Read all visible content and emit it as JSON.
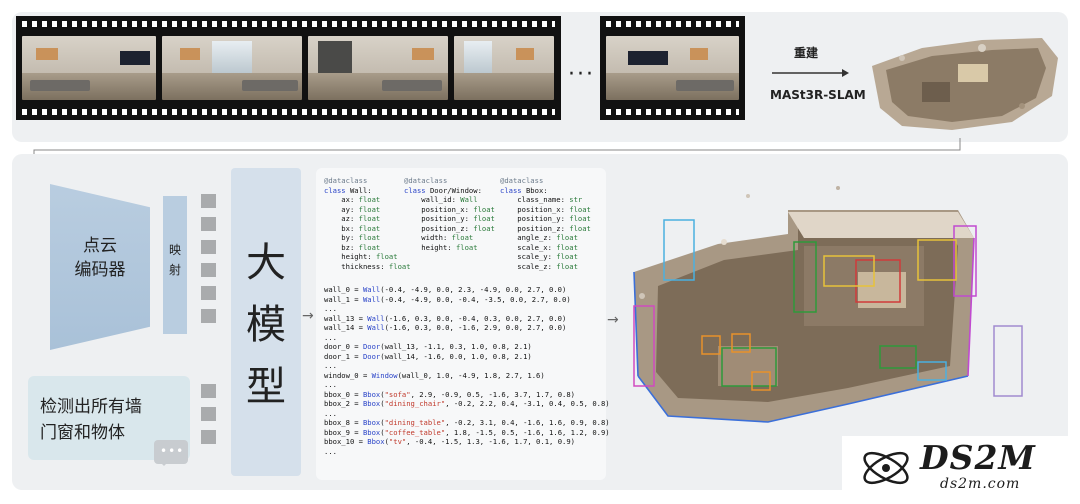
{
  "top": {
    "ellipsis": "···",
    "reconstruct_label": "重建",
    "slam_label": "MASt3R-SLAM"
  },
  "encoder": {
    "line1": "点云",
    "line2": "编码器"
  },
  "mapping": {
    "line1": "映",
    "line2": "射"
  },
  "llm": {
    "line1": "大",
    "line2": "模",
    "line3": "型"
  },
  "prompt": {
    "line1": "检测出所有墙",
    "line2": "门窗和物体",
    "dots": "•••"
  },
  "code": {
    "wall_class": [
      "@dataclass",
      "class Wall:",
      "    ax: float",
      "    ay: float",
      "    az: float",
      "    bx: float",
      "    by: float",
      "    bz: float",
      "    height: float",
      "    thickness: float"
    ],
    "door_class": [
      "@dataclass",
      "class Door/Window:",
      "    wall_id: Wall",
      "    position_x: float",
      "    position_y: float",
      "    position_z: float",
      "    width: float",
      "    height: float"
    ],
    "bbox_class": [
      "@dataclass",
      "class Bbox:",
      "    class_name: str",
      "    position_x: float",
      "    position_y: float",
      "    position_z: float",
      "    angle_z: float",
      "    scale_x: float",
      "    scale_y: float",
      "    scale_z: float"
    ],
    "instances": [
      "wall_0 = Wall(-0.4, -4.9, 0.0, 2.3, -4.9, 0.0, 2.7, 0.0)",
      "wall_1 = Wall(-0.4, -4.9, 0.0, -0.4, -3.5, 0.0, 2.7, 0.0)",
      "...",
      "wall_13 = Wall(-1.6, 0.3, 0.0, -0.4, 0.3, 0.0, 2.7, 0.0)",
      "wall_14 = Wall(-1.6, 0.3, 0.0, -1.6, 2.9, 0.0, 2.7, 0.0)",
      "...",
      "door_0 = Door(wall_13, -1.1, 0.3, 1.0, 0.8, 2.1)",
      "door_1 = Door(wall_14, -1.6, 0.0, 1.0, 0.8, 2.1)",
      "...",
      "window_0 = Window(wall_0, 1.0, -4.9, 1.8, 2.7, 1.6)",
      "...",
      "bbox_0 = Bbox(\"sofa\", 2.9, -0.9, 0.5, -1.6, 3.7, 1.7, 0.8)",
      "bbox_2 = Bbox(\"dining_chair\", -0.2, 2.2, 0.4, -3.1, 0.4, 0.5, 0.8)",
      "...",
      "bbox_8 = Bbox(\"dining_table\", -0.2, 3.1, 0.4, -1.6, 1.6, 0.9, 0.8)",
      "bbox_9 = Bbox(\"coffee_table\", 1.8, -1.5, 0.5, -1.6, 1.6, 1.2, 0.9)",
      "bbox_10 = Bbox(\"tv\", -0.4, -1.5, 1.3, -1.6, 1.7, 0.1, 0.9)",
      "..."
    ]
  },
  "logo": {
    "title": "DS2M",
    "subtitle": "ds2m.com"
  },
  "colors": {
    "panel_bg": "#eef0f2",
    "encoder": "#b9cde0",
    "llm": "#d5e0eb",
    "prompt_bg": "#d9e7ec",
    "token": "#a9abad"
  }
}
